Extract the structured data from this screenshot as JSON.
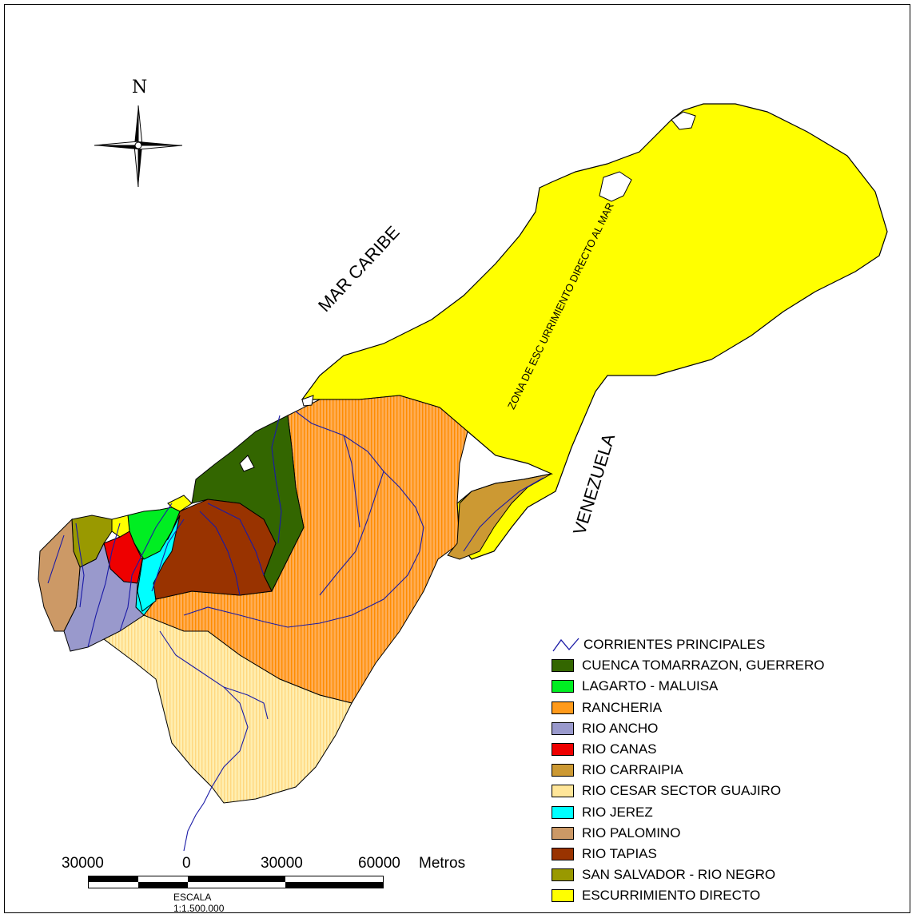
{
  "labels": {
    "sea": "MAR CARIBE",
    "country": "VENEZUELA",
    "zone": "ZONA DE ESC URRIMIENTO DIRECTO AL MAR",
    "north": "N"
  },
  "legend": [
    {
      "label": "CORRIENTES PRINCIPALES",
      "type": "line",
      "color": "#1a1aa6"
    },
    {
      "label": "CUENCA TOMARRAZON, GUERRERO",
      "type": "fill",
      "color": "#336600"
    },
    {
      "label": "LAGARTO - MALUISA",
      "type": "fill",
      "color": "#00ee22"
    },
    {
      "label": "RANCHERIA",
      "type": "fill",
      "color": "#ff9a1a"
    },
    {
      "label": "RIO ANCHO",
      "type": "fill",
      "color": "#9999cc"
    },
    {
      "label": "RIO CANAS",
      "type": "fill",
      "color": "#ee0000"
    },
    {
      "label": "RIO CARRAIPIA",
      "type": "fill",
      "color": "#cc9933"
    },
    {
      "label": "RIO CESAR SECTOR GUAJIRO",
      "type": "fill",
      "color": "#ffe699"
    },
    {
      "label": "RIO JEREZ",
      "type": "fill",
      "color": "#00ffff"
    },
    {
      "label": "RIO PALOMINO",
      "type": "fill",
      "color": "#cc9966"
    },
    {
      "label": "RIO TAPIAS",
      "type": "fill",
      "color": "#993300"
    },
    {
      "label": "SAN SALVADOR - RIO NEGRO",
      "type": "fill",
      "color": "#999900"
    },
    {
      "label": "ESCURRIMIENTO DIRECTO",
      "type": "fill",
      "color": "#ffff00"
    }
  ],
  "scale": {
    "ticks": [
      "30000",
      "0",
      "30000",
      "60000"
    ],
    "unit": "Metros",
    "caption": "ESCALA 1:1.500.000"
  }
}
